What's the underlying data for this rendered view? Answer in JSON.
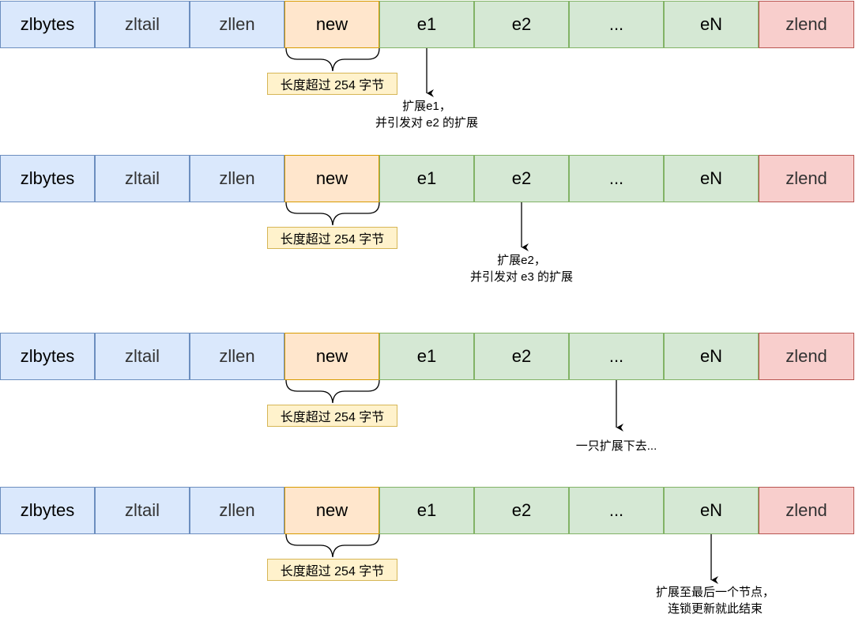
{
  "layout_cells": {
    "zlbytes": "zlbytes",
    "zltail": "zltail",
    "zllen": "zllen",
    "new": "new",
    "e1": "e1",
    "e2": "e2",
    "ellipsis": "...",
    "eN": "eN",
    "zlend": "zlend"
  },
  "brace_label": "长度超过 254 字节",
  "steps": [
    {
      "note_line1": "扩展e1，",
      "note_line2": "并引发对 e2 的扩展"
    },
    {
      "note_line1": "扩展e2，",
      "note_line2": "并引发对 e3 的扩展"
    },
    {
      "note_line1": "一只扩展下去...",
      "note_line2": ""
    },
    {
      "note_line1": "扩展至最后一个节点，",
      "note_line2": "连锁更新就此结束"
    }
  ],
  "colors": {
    "header_fill": "#dae8fc",
    "new_fill": "#ffe6cc",
    "entry_fill": "#d5e8d4",
    "end_fill": "#f8cecc",
    "badge_fill": "#fff2cc"
  }
}
